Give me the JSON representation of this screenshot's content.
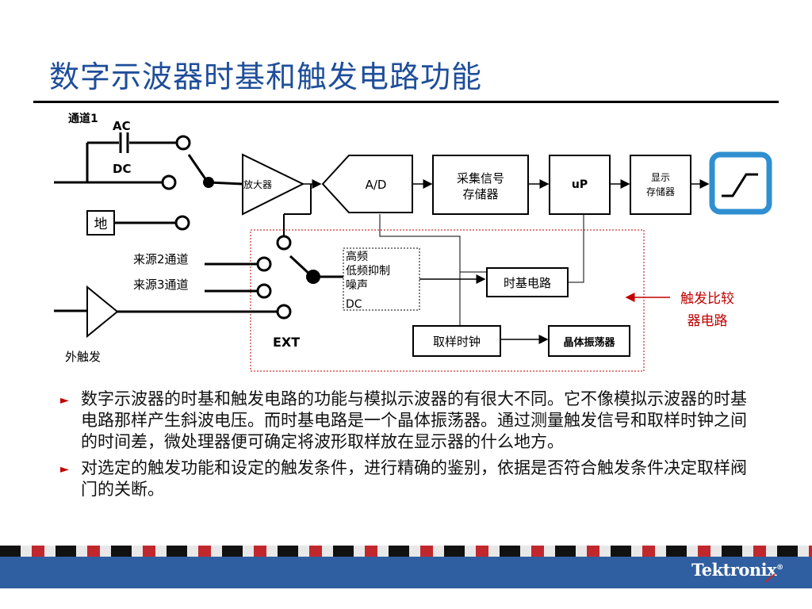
{
  "title": "数字示波器时基和触发电路功能",
  "diagram": {
    "labels": {
      "channel1": "通道1",
      "ac": "AC",
      "dc": "DC",
      "ground": "地",
      "amplifier": "放大器",
      "ad": "A/D",
      "acq_memory_line1": "采集信号",
      "acq_memory_line2": "存储器",
      "up": "uP",
      "display_memory_line1": "显示",
      "display_memory_line2": "存储器",
      "source2": "来源2通道",
      "source3": "来源3通道",
      "ext": "EXT",
      "external_trigger": "外触发",
      "filter_line1": "高频",
      "filter_line2": "低频抑制",
      "filter_line3": "噪声",
      "filter_line4": "DC",
      "timebase": "时基电路",
      "sample_clock": "取样时钟",
      "crystal": "晶体振荡器",
      "trigger_compare_line1": "触发比较",
      "trigger_compare_line2": "器电路"
    },
    "colors": {
      "accent_red": "#c00000",
      "display_blue": "#2f8fd0",
      "title_blue": "#1f4e9a"
    }
  },
  "bullets": [
    "数字示波器的时基和触发电路的功能与模拟示波器的有很大不同。它不像模拟示波器的时基电路那样产生斜波电压。而时基电路是一个晶体振荡器。通过测量触发信号和取样时钟之间的时间差，微处理器便可确定将波形取样放在显示器的什么地方。",
    "对选定的触发功能和设定的触发条件，进行精确的鉴别，依据是否符合触发条件决定取样阀门的关断。"
  ],
  "footer": {
    "logo": "Tektronix",
    "logo_mark": "®"
  }
}
